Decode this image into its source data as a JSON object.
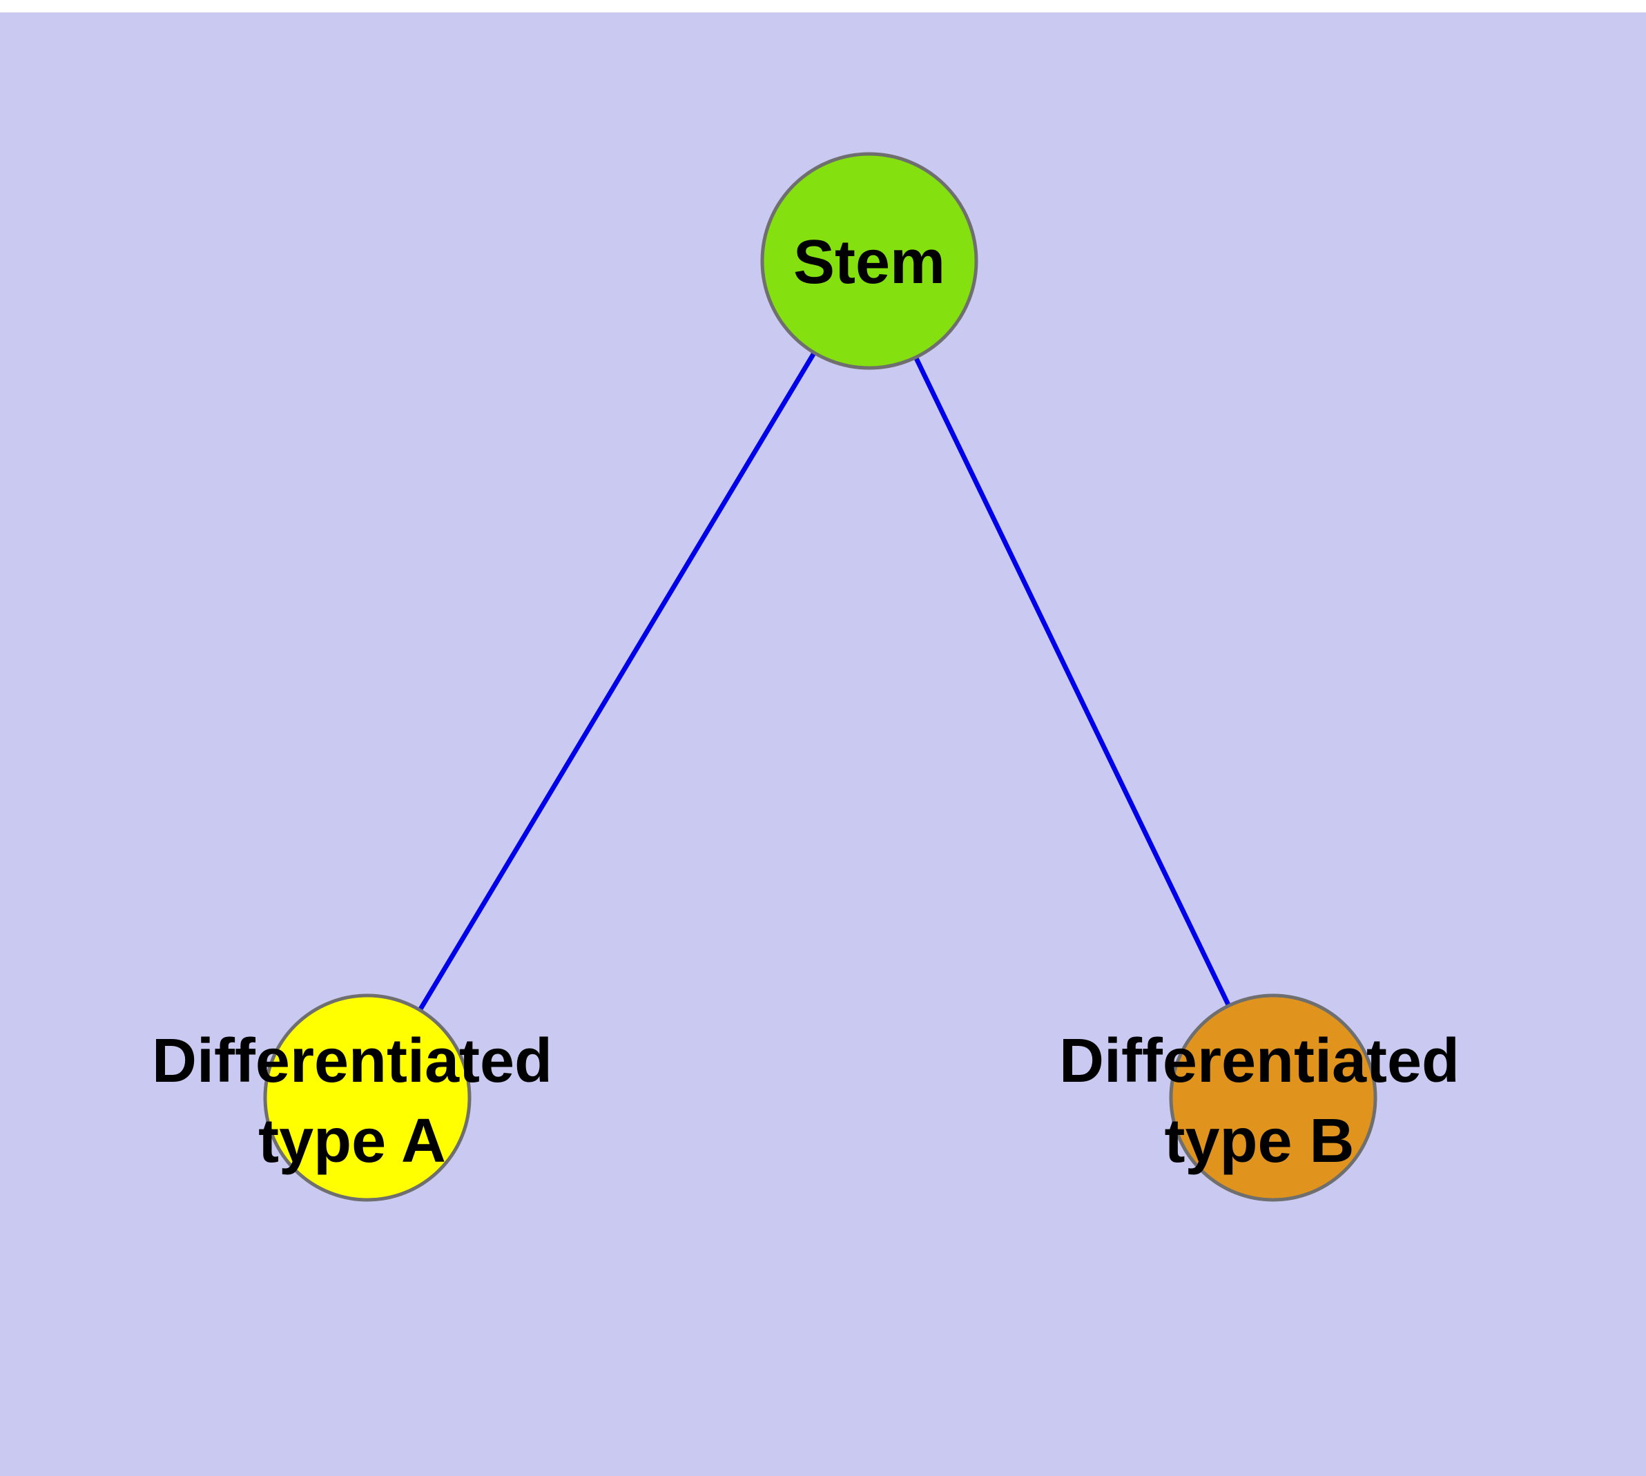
{
  "diagram": {
    "background_color": "#c9c9f1",
    "top_strip_color": "#ffffff",
    "label_color": "#000000",
    "nodes": {
      "stem": {
        "label": "Stem",
        "fill": "#84e00e",
        "stroke": "#6f6f6f"
      },
      "type_a": {
        "label_line1": "Differentiated",
        "label_line2": "type A",
        "fill": "#ffff00",
        "stroke": "#6f6f6f"
      },
      "type_b": {
        "label_line1": "Differentiated",
        "label_line2": "type B",
        "fill": "#e0941e",
        "stroke": "#6f6f6f"
      }
    },
    "edges": {
      "color": "#0000e8",
      "list": [
        {
          "from": "stem",
          "to": "type_a"
        },
        {
          "from": "stem",
          "to": "type_b"
        }
      ]
    }
  }
}
